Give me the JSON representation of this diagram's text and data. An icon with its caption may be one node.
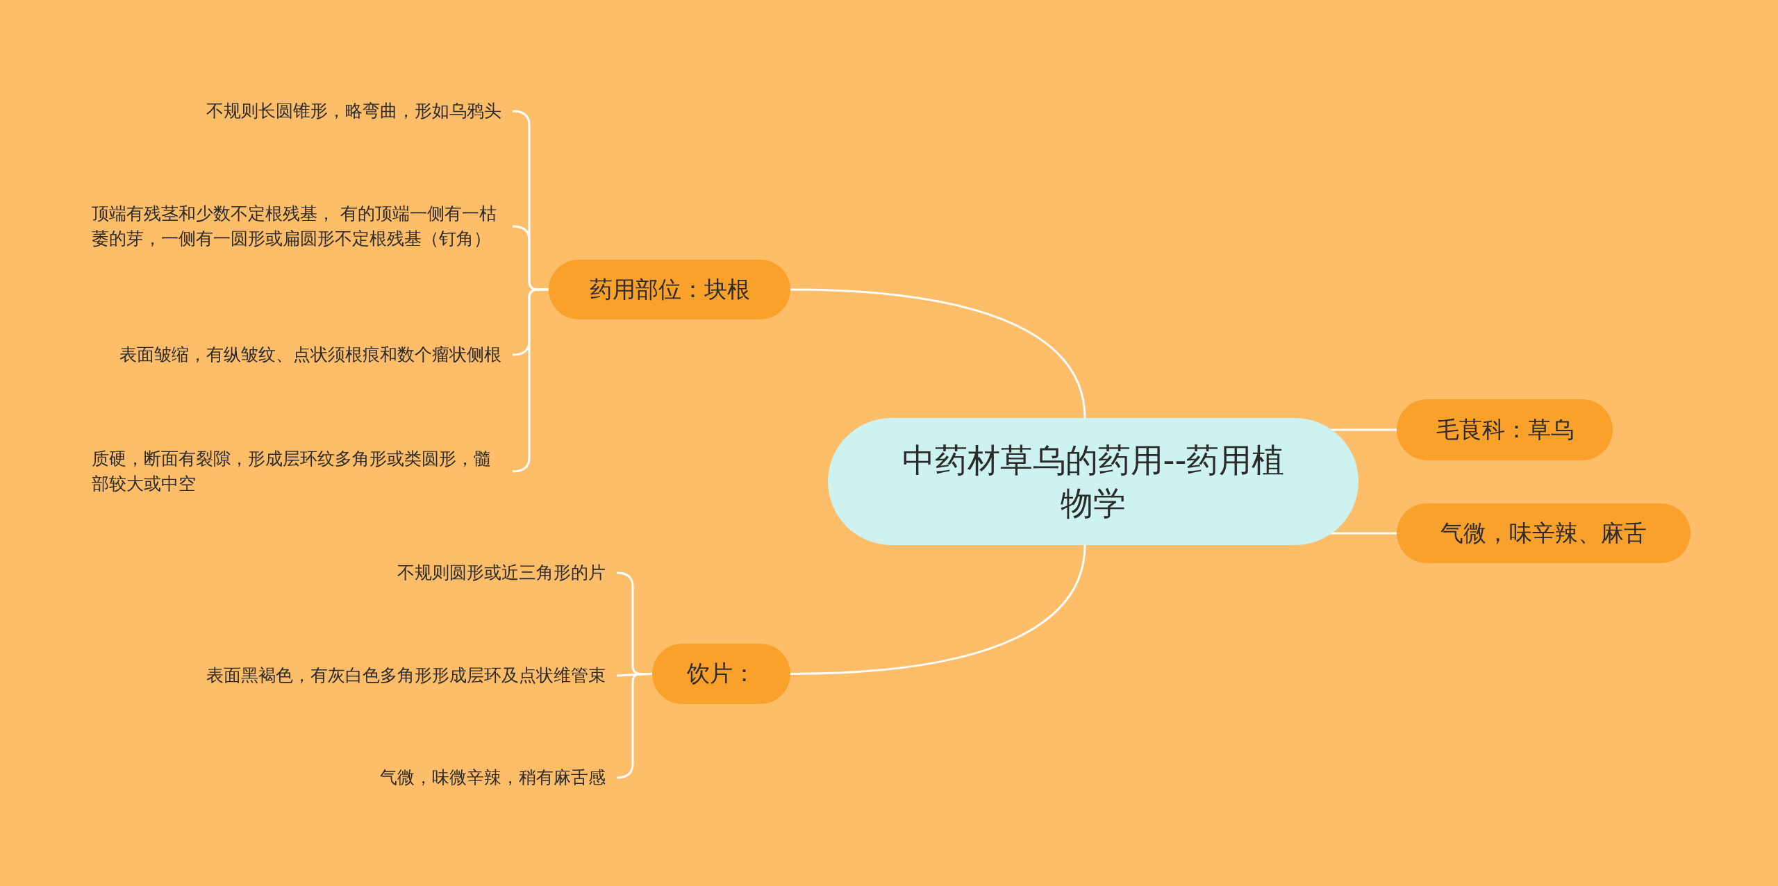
{
  "diagram": {
    "nodes": [
      {
        "text": [
          "中药材草乌的药用--药用植物学"
        ]
      },
      {
        "text": [
          "药用部位：块根"
        ]
      },
      {
        "text": [
          "饮片："
        ]
      },
      {
        "text": [
          "毛茛科：草乌"
        ]
      },
      {
        "text": [
          "气微，味辛辣、麻舌"
        ]
      },
      {
        "text": [
          "不规则长圆锥形，略弯曲，形如乌鸦头"
        ]
      },
      {
        "text": [
          "顶端有残茎和少数不定根残基， 有的顶端一侧有一枯萎的芽，一侧有一圆形或扁圆形不定根残基（钉角）"
        ]
      },
      {
        "text": [
          "表面皱缩，有纵皱纹、点状须根痕和数个瘤状侧根"
        ]
      },
      {
        "text": [
          "质硬，断面有裂隙，形成层环纹多角形或类圆形，髓部较大或中空"
        ]
      },
      {
        "text": [
          "不规则圆形或近三角形的片"
        ]
      },
      {
        "text": [
          "表面黑褐色，有灰白色多角形形成层环及点状维管束"
        ]
      },
      {
        "text": [
          "气微，味微辛辣，稍有麻舌感"
        ]
      }
    ],
    "edges": [
      {
        "from": 0,
        "to": 1,
        "arrow": "none"
      },
      {
        "from": 0,
        "to": 2,
        "arrow": "none"
      },
      {
        "from": 0,
        "to": 3,
        "arrow": "none"
      },
      {
        "from": 0,
        "to": 4,
        "arrow": "none"
      },
      {
        "from": 1,
        "to": 5,
        "arrow": "none"
      },
      {
        "from": 1,
        "to": 6,
        "arrow": "none"
      },
      {
        "from": 1,
        "to": 7,
        "arrow": "none"
      },
      {
        "from": 1,
        "to": 8,
        "arrow": "none"
      },
      {
        "from": 2,
        "to": 9,
        "arrow": "none"
      },
      {
        "from": 2,
        "to": 10,
        "arrow": "none"
      },
      {
        "from": 2,
        "to": 11,
        "arrow": "none"
      }
    ]
  }
}
